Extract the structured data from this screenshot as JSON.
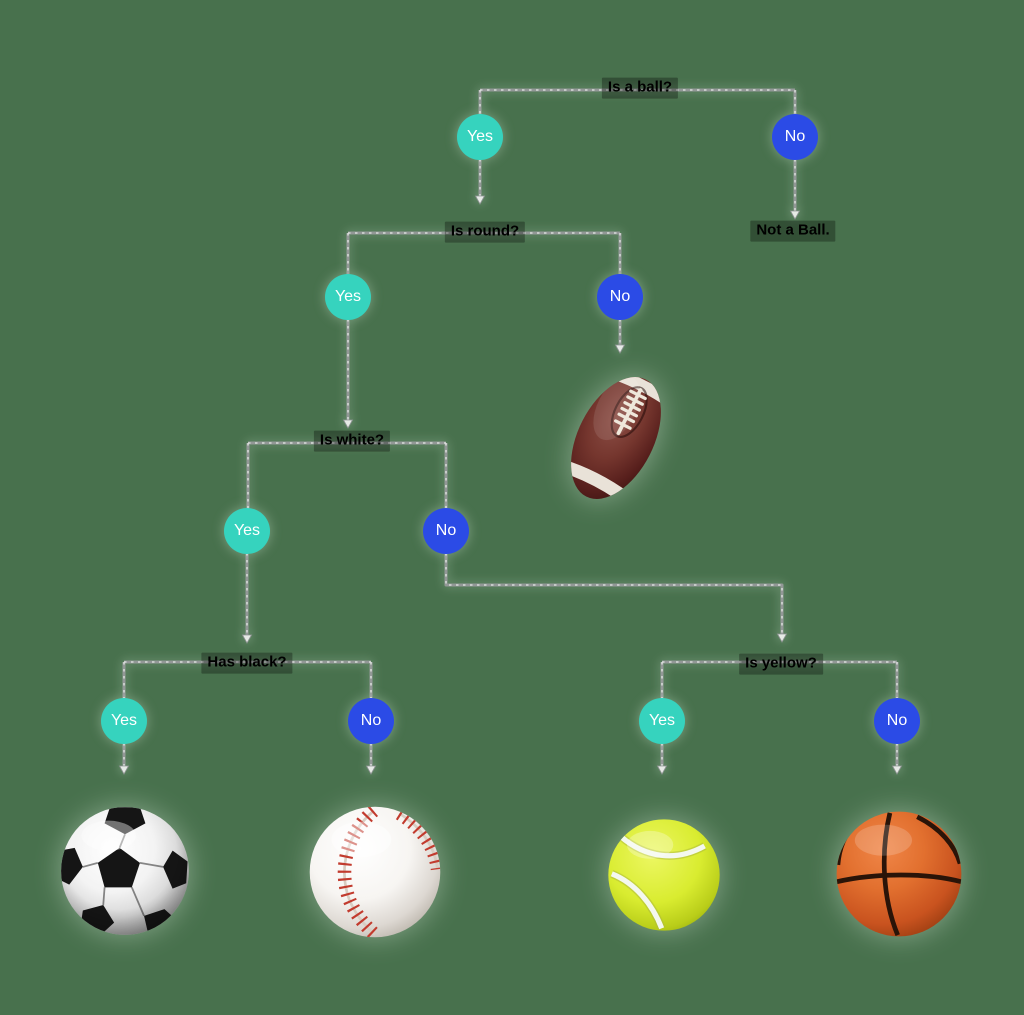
{
  "ui": {
    "yes_label": "Yes",
    "no_label": "No"
  },
  "tree": {
    "question": "Is a ball?",
    "yes": {
      "question": "Is round?",
      "yes": {
        "question": "Is white?",
        "yes": {
          "question": "Has black?",
          "yes": {
            "result_icon": "soccer-ball"
          },
          "no": {
            "result_icon": "baseball"
          }
        },
        "no": {
          "question": "Is yellow?",
          "yes": {
            "result_icon": "tennis-ball"
          },
          "no": {
            "result_icon": "basketball"
          }
        }
      },
      "no": {
        "result_icon": "american-football"
      }
    },
    "no": {
      "result": "Not a Ball."
    }
  },
  "colors": {
    "background": "#48714d",
    "yes_node": "#36d3be",
    "no_node": "#2b4be6",
    "edge": "#939897",
    "edge_dash": "#eef2ee",
    "label_text": "#000000",
    "label_backdrop": "rgba(0,0,0,0.30)",
    "node_text": "#ffffff"
  },
  "diagram_type": "decision-tree"
}
